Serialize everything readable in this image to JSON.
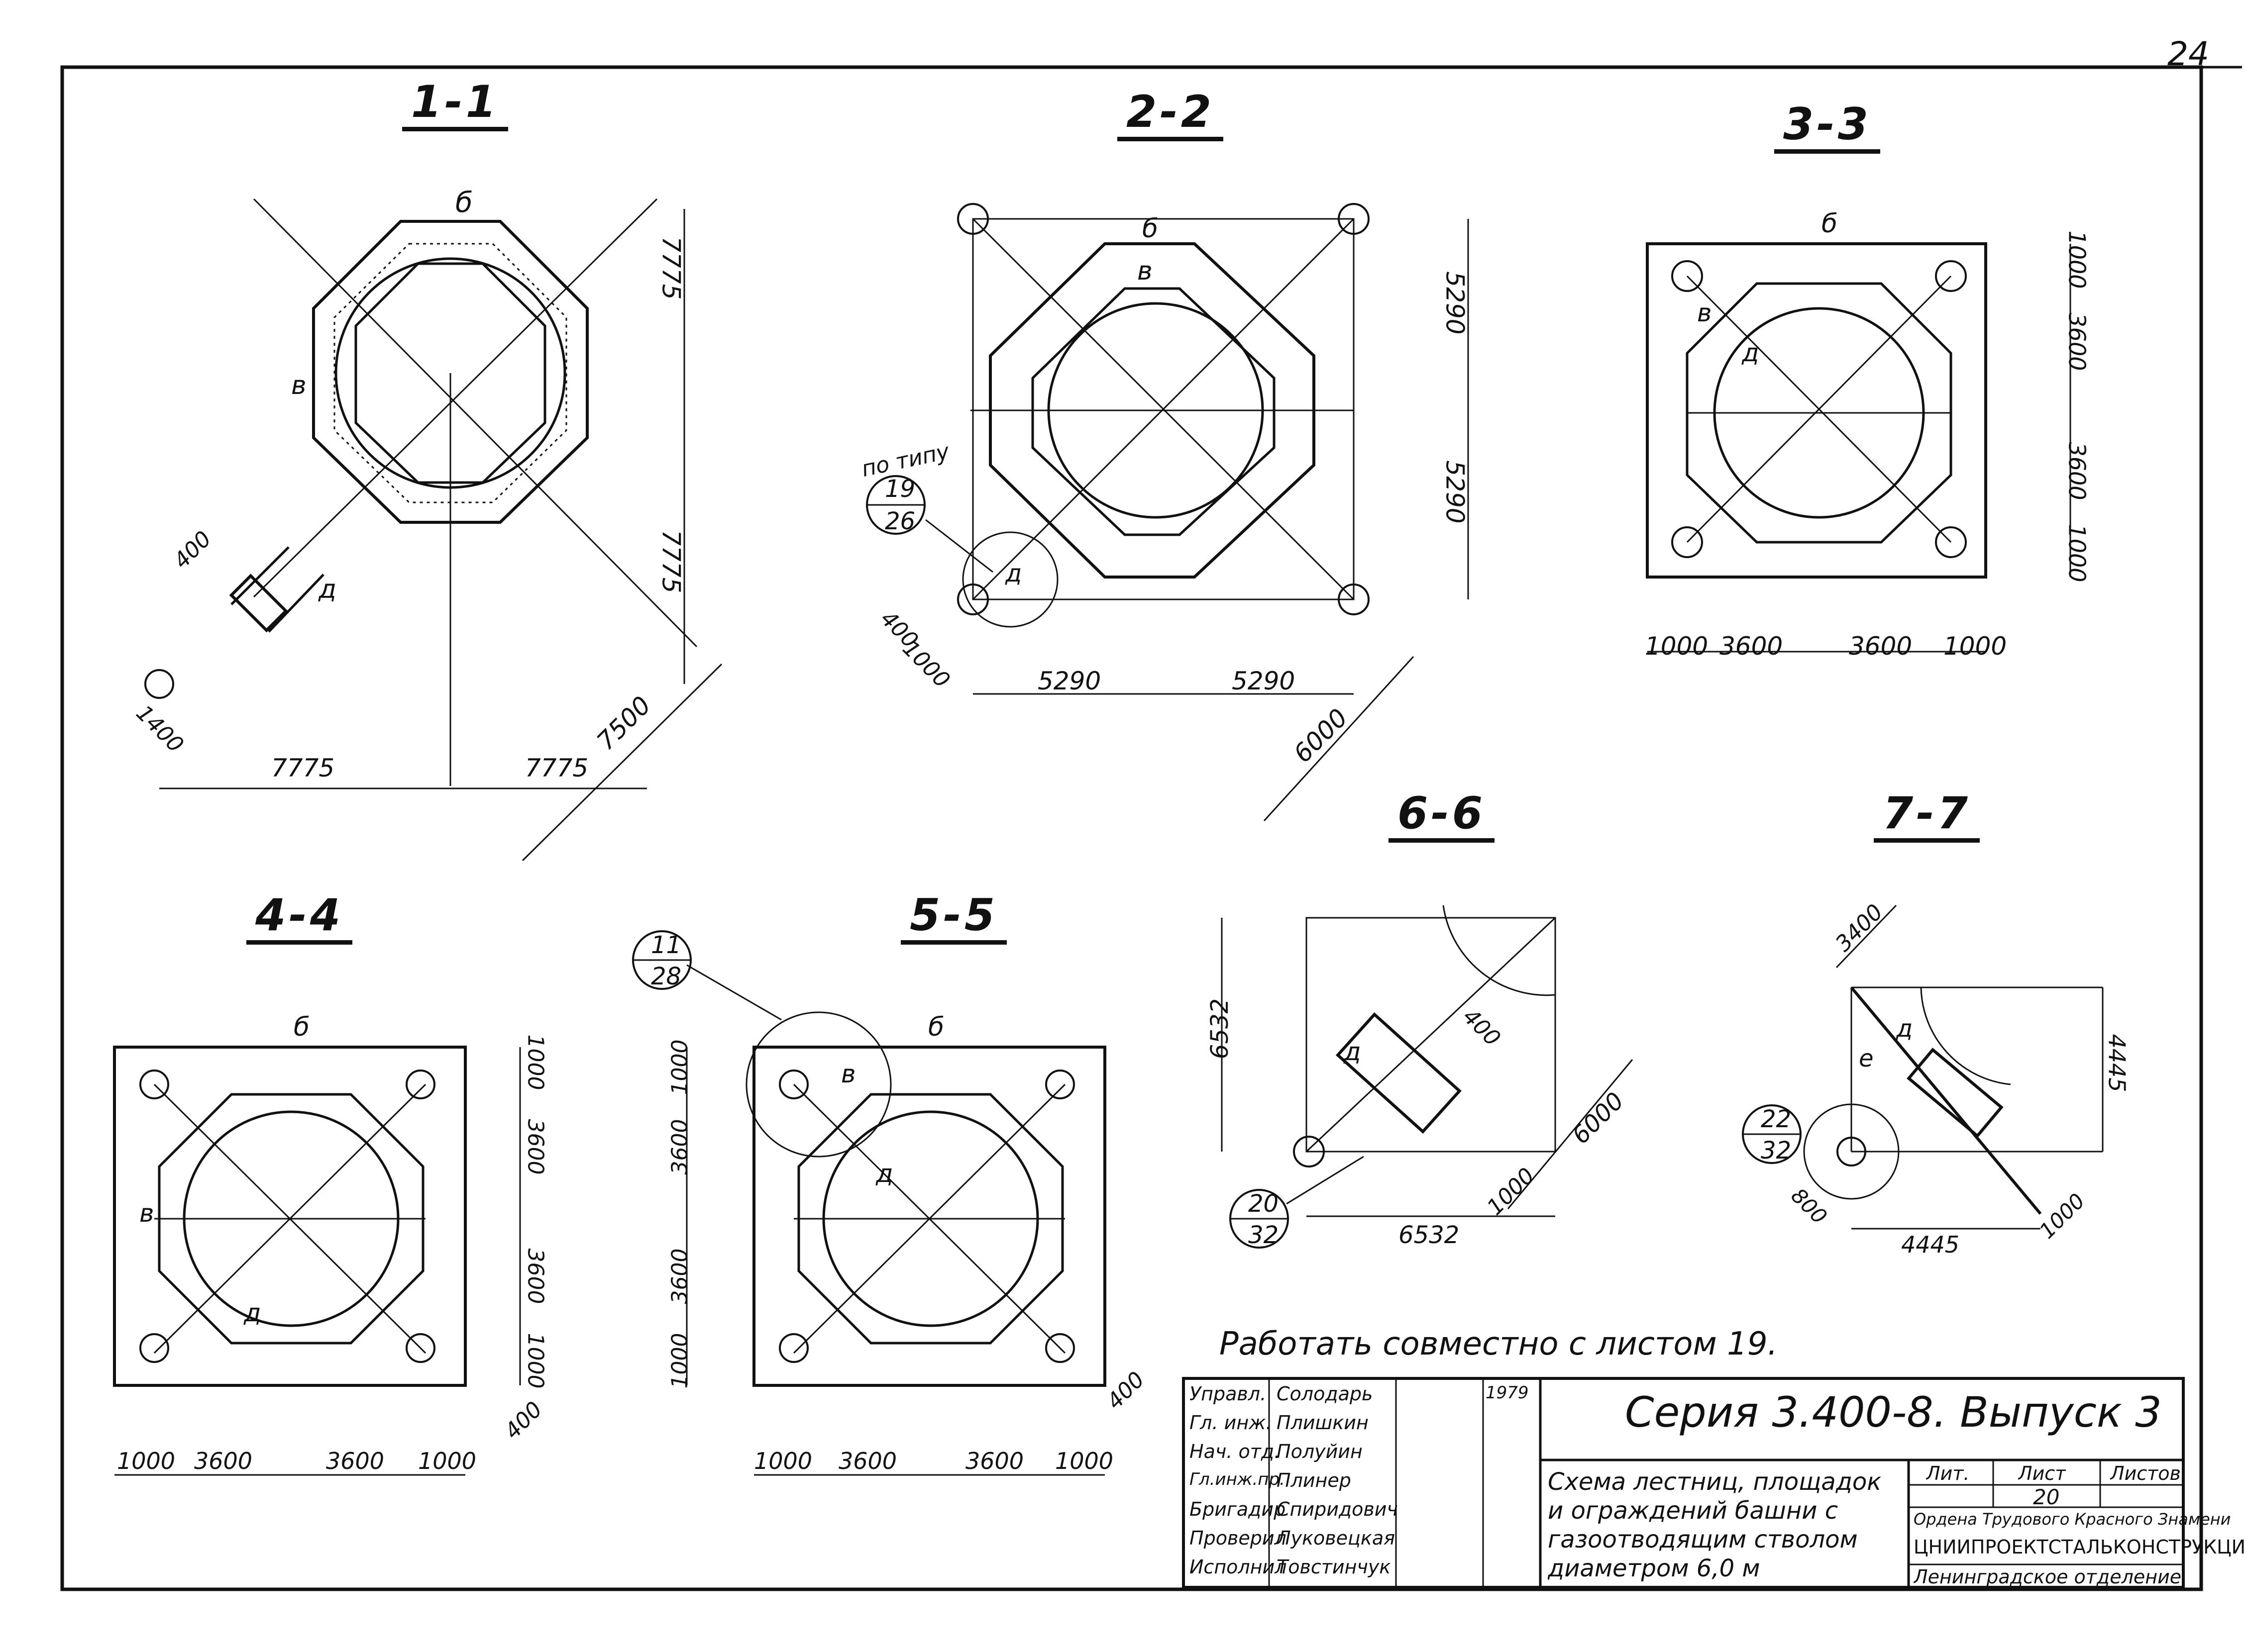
{
  "page_number": "24",
  "sections": [
    {
      "id": "1-1",
      "label": "1-1",
      "dims": [
        "7775",
        "7775",
        "7775",
        "7775",
        "7500",
        "400",
        "1400"
      ],
      "marks": [
        "б",
        "в",
        "д"
      ]
    },
    {
      "id": "2-2",
      "label": "2-2",
      "dims": [
        "5290",
        "5290",
        "5290",
        "5290",
        "6000",
        "400",
        "1000"
      ],
      "marks": [
        "б",
        "в",
        "д"
      ]
    },
    {
      "id": "3-3",
      "label": "3-3",
      "dims": [
        "1000",
        "3600",
        "3600",
        "1000",
        "1000",
        "3600",
        "3600",
        "1000"
      ],
      "marks": [
        "б",
        "в",
        "д"
      ]
    },
    {
      "id": "4-4",
      "label": "4-4",
      "dims": [
        "1000",
        "3600",
        "3600",
        "1000",
        "1000",
        "3600",
        "3600",
        "1000",
        "400"
      ],
      "marks": [
        "б",
        "в",
        "д"
      ]
    },
    {
      "id": "5-5",
      "label": "5-5",
      "dims": [
        "1000",
        "3600",
        "3600",
        "1000",
        "1000",
        "3600",
        "3600",
        "1000",
        "400"
      ],
      "marks": [
        "б",
        "в",
        "д"
      ]
    },
    {
      "id": "6-6",
      "label": "6-6",
      "dims": [
        "6532",
        "6532",
        "6000",
        "400",
        "1000"
      ],
      "marks": [
        "д"
      ]
    },
    {
      "id": "7-7",
      "label": "7-7",
      "dims": [
        "3400",
        "4445",
        "4445",
        "800",
        "1000"
      ],
      "marks": [
        "д",
        "е"
      ]
    }
  ],
  "callouts": [
    {
      "prefix": "по типу",
      "top": "19",
      "bottom": "26"
    },
    {
      "prefix": "",
      "top": "11",
      "bottom": "28"
    },
    {
      "prefix": "",
      "top": "20",
      "bottom": "32"
    },
    {
      "prefix": "",
      "top": "22",
      "bottom": "32"
    }
  ],
  "note": "Работать совместно с листом 19.",
  "title_block": {
    "series": "Серия 3.400-8. Выпуск 3",
    "signatures": [
      {
        "role": "Управл.",
        "name": "Солодарь",
        "date": "1979"
      },
      {
        "role": "Гл. инж.",
        "name": "Плишкин",
        "date": ""
      },
      {
        "role": "Нач. отд.",
        "name": "Полуйин",
        "date": ""
      },
      {
        "role": "Гл.инж.пр.",
        "name": "Плинер",
        "date": ""
      },
      {
        "role": "Бригадир",
        "name": "Спиридович",
        "date": ""
      },
      {
        "role": "Проверил",
        "name": "Луковецкая",
        "date": ""
      },
      {
        "role": "Исполнил",
        "name": "Товстинчук",
        "date": ""
      }
    ],
    "description": "Схема лестниц, площадок и ограждений башни с газоотводящим стволом диаметром 6,0 м",
    "lit_label": "Лит.",
    "sheet_label": "Лист",
    "sheets_label": "Листов",
    "sheet_number": "20",
    "org_line1": "Ордена Трудового Красного Знамени",
    "org_line2": "ЦНИИПРОЕКТСТАЛЬКОНСТРУКЦИЯ",
    "org_line3": "Ленинградское отделение"
  }
}
